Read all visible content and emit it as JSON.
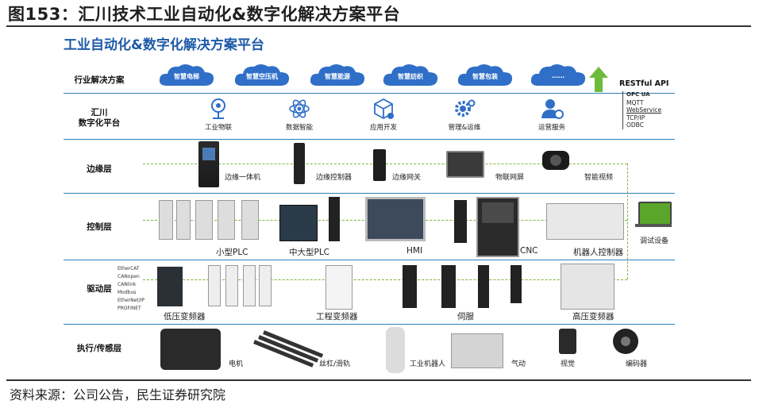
{
  "figure": {
    "title": "图153：汇川技术工业自动化&数字化解决方案平台",
    "source": "资料来源：公司公告，民生证券研究院"
  },
  "diagram": {
    "title": "工业自动化&数字化解决方案平台",
    "rows": {
      "industry": "行业解决方案",
      "platform_line1": "汇川",
      "platform_line2": "数字化平台",
      "edge": "边缘层",
      "control": "控制层",
      "drive": "驱动层",
      "execution": "执行/传感层"
    },
    "industry_solutions": [
      "智慧电梯",
      "智慧空压机",
      "智慧能源",
      "智慧纺织",
      "智慧包装",
      "……"
    ],
    "platform_services": [
      "工业物联",
      "数据智能",
      "应用开发",
      "管理&运维",
      "运营服务"
    ],
    "api": {
      "title": "RESTful API",
      "protocols": [
        "OPC UA",
        "MQTT",
        "WebService",
        "TCP/IP",
        "ODBC"
      ]
    },
    "edge_devices": [
      "边缘一体机",
      "边缘控制器",
      "边缘网关",
      "物联网屏",
      "智能视频"
    ],
    "control_devices": [
      "小型PLC",
      "中大型PLC",
      "HMI",
      "CNC",
      "机器人控制器",
      "调试设备"
    ],
    "bus_protocols": [
      "EtherCAT",
      "CANopen",
      "CANlink",
      "Modbus",
      "EtherNet/IP",
      "PROFINET"
    ],
    "drive_devices": [
      "低压变频器",
      "工程变频器",
      "伺服",
      "高压变频器"
    ],
    "execution_devices": [
      "电机",
      "丝杠/滑轨",
      "工业机器人",
      "气动",
      "视觉",
      "编码器"
    ],
    "colors": {
      "title_blue": "#1e5aa8",
      "band_line": "#2e7fb8",
      "cloud_blue": "#2f6fc8",
      "dash_green": "#7fb43a",
      "arrow_green": "#6dbb3c"
    }
  }
}
